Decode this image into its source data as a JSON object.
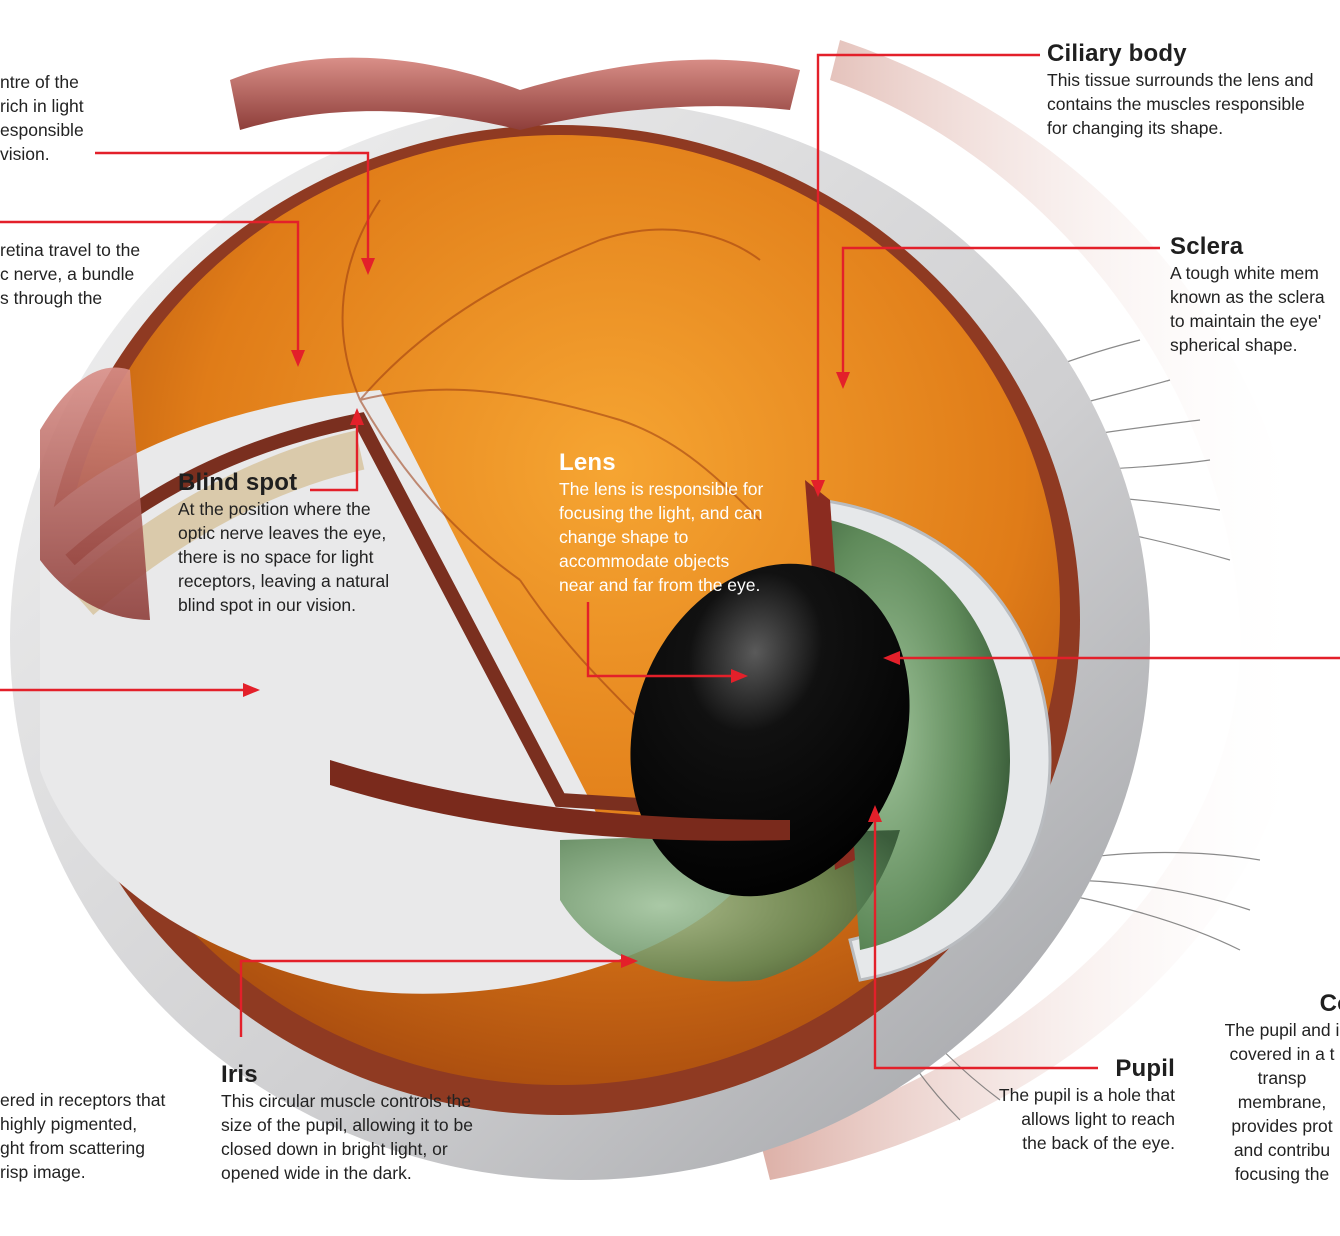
{
  "labels": {
    "fovea_text": "ntre of the\nrich in light\nesponsible\nvision.",
    "optic_nerve_text": "retina travel to the\nc nerve, a bundle\ns through the",
    "ciliary_body": {
      "title": "Ciliary body",
      "text": "This tissue surrounds the lens and\ncontains the muscles responsible\nfor changing its shape."
    },
    "sclera": {
      "title": "Sclera",
      "text": "A tough white mem\nknown as the sclera\nto maintain the eye'\nspherical shape."
    },
    "blind_spot": {
      "title": "Blind spot",
      "text": "At the position where the\noptic nerve leaves the eye,\nthere is no space for light\nreceptors, leaving a natural\nblind spot in our vision."
    },
    "lens": {
      "title": "Lens",
      "text": "The lens is responsible for\nfocusing the light, and can\nchange shape to\naccommodate objects\nnear and far from the eye."
    },
    "cornea": {
      "title": "Co",
      "text": "The pupil and i\ncovered in a t\ntransp\nmembrane,\nprovides prot\nand contribu\nfocusing the"
    },
    "iris": {
      "title": "Iris",
      "text": "This circular muscle controls the\nsize of the pupil, allowing it to be\nclosed down in bright light, or\nopened wide in the dark."
    },
    "pupil": {
      "title": "Pupil",
      "text": "The pupil is a hole that\nallows light to reach\nthe back of the eye."
    },
    "retina_text": "ered in receptors that\nhighly pigmented,\nght from scattering\nrisp image."
  },
  "colors": {
    "pointer": "#e3202a",
    "retina": "#e7921c",
    "sclera": "#d9dadb",
    "iris": "#5f8a5a",
    "muscle": "#b55e58"
  }
}
